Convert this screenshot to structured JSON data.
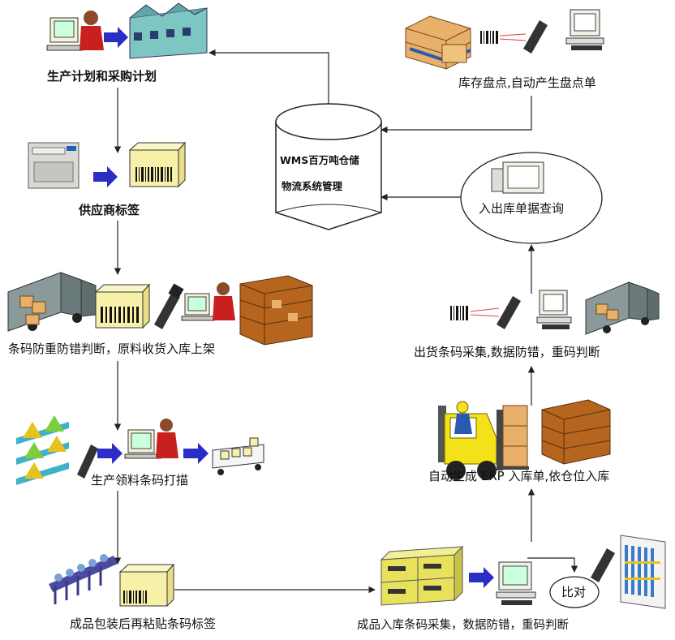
{
  "nodes": {
    "plan": "生产计划和采购计划",
    "supplier_label": "供应商标签",
    "receiving": "条码防重防错判断，原料收货入库上架",
    "picking": "生产领料条码打描",
    "packaging": "成品包装后再粘贴条码标签",
    "fg_inbound": "成品入库条码采集，数据防错，重码判断",
    "compare": "比对",
    "erp_inbound": "自动生成 ERP 入库单,依仓位入库",
    "shipping": "出货条码采集,数据防错，重码判断",
    "query": "入出库单据查询",
    "inventory": "库存盘点,自动产生盘点单",
    "wms_line1": "WMS百万吨仓储",
    "wms_line2": "物流系统管理"
  },
  "colors": {
    "arrow": "#222222",
    "blue_arrow": "#2b2ec6",
    "box_yellow": "#f6f0a8",
    "forklift_yellow": "#f3e11a",
    "shelf_brown": "#b5651d",
    "crate": "#e8b06a",
    "truck": "#6a7a7a"
  }
}
